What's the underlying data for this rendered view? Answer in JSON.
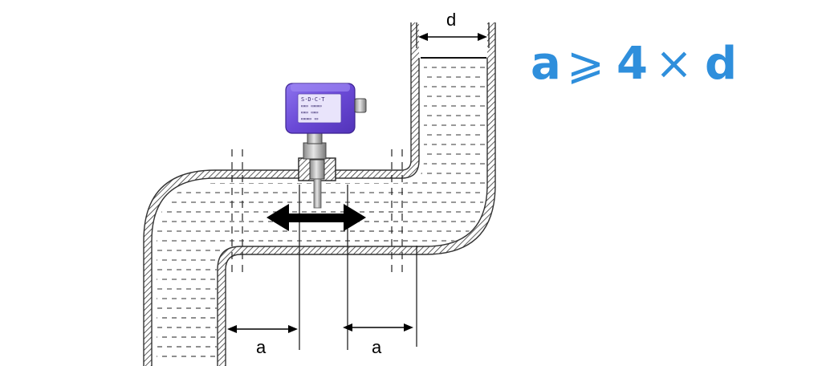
{
  "formula": {
    "lhs": "a",
    "relation": "⩾",
    "factor": "4",
    "times": "×",
    "rhs": "d",
    "color": "#2f8fdc"
  },
  "dimensions": {
    "diameter_label": "d",
    "upstream_label": "a",
    "downstream_label": "a"
  },
  "sensor": {
    "housing_color": "#6f4fd8",
    "label_lines": [
      "S·D·C·T",
      "▭▭ ▭▭▭",
      "▭▭ ▭▭",
      "▭▭▭ ▭"
    ]
  },
  "flow": {
    "icon": "double-arrow-icon"
  }
}
